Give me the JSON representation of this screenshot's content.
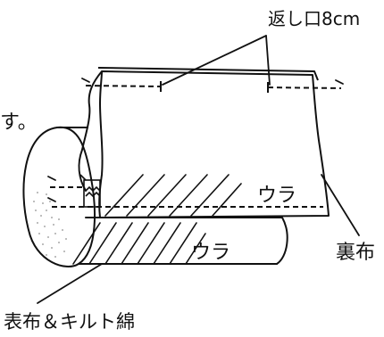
{
  "labels": {
    "opening_top": "返し口8cm",
    "page_edge": "す。",
    "ura_upper": "ウラ",
    "ura_lower": "ウラ",
    "lining": "裏布",
    "outer_batting": "表布＆キルト綿"
  },
  "colors": {
    "ink": "#111111",
    "background": "#ffffff",
    "dots": "#aaaaaa"
  }
}
